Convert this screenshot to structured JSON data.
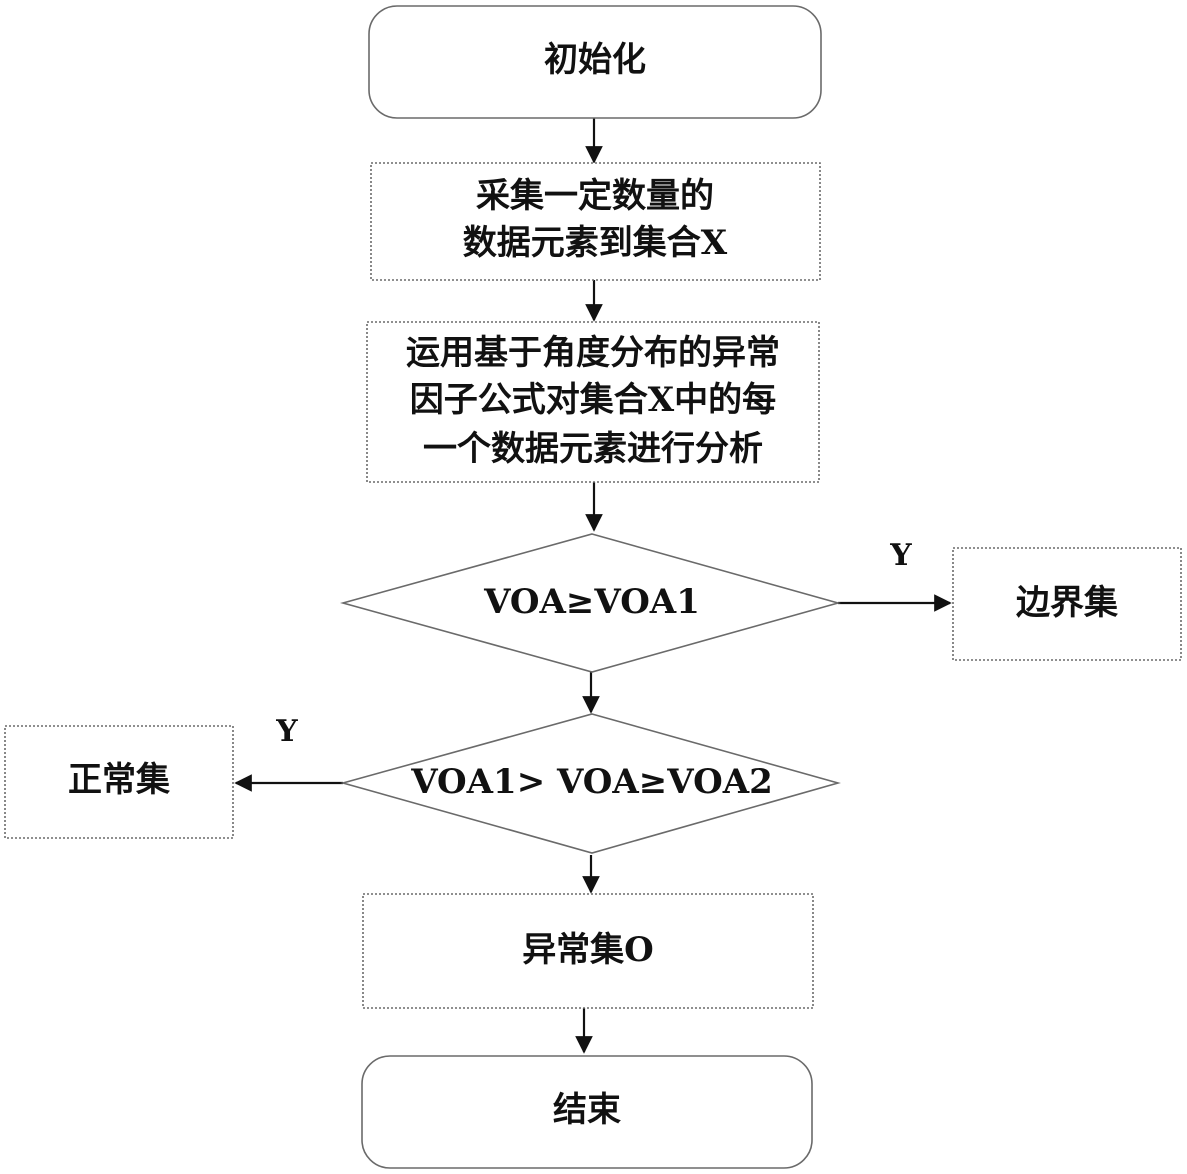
{
  "colors": {
    "shape_stroke": "#6a6a6a",
    "edge_stroke": "#111111",
    "text": "#111111",
    "background": "#ffffff"
  },
  "nodes": {
    "start": {
      "label": "初始化"
    },
    "collect": {
      "lines": [
        "采集一定数量的",
        "数据元素到集合X"
      ]
    },
    "analyze": {
      "lines": [
        "运用基于角度分布的异常",
        "因子公式对集合X中的每",
        "一个数据元素进行分析"
      ]
    },
    "decision1": {
      "label": "VOA≥VOA1"
    },
    "boundary_set": {
      "label": "边界集"
    },
    "decision2": {
      "label": "VOA1> VOA≥VOA2"
    },
    "normal_set": {
      "label": "正常集"
    },
    "anomaly_set": {
      "label": "异常集O"
    },
    "end": {
      "label": "结束"
    }
  },
  "edge_labels": {
    "decision1_yes": "Y",
    "decision2_yes": "Y"
  }
}
